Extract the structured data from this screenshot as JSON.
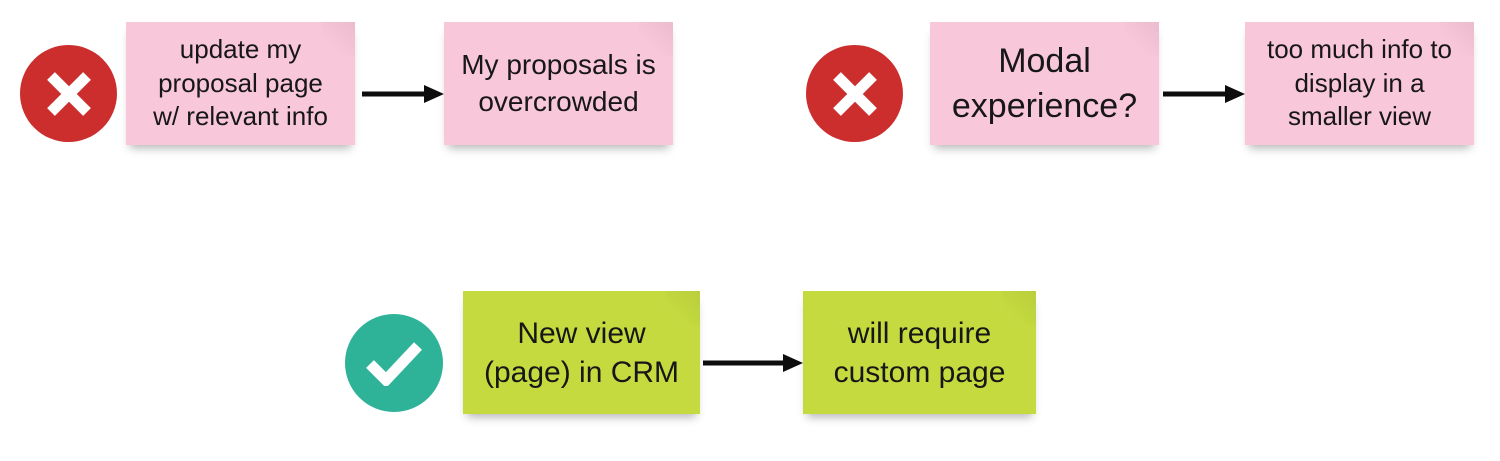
{
  "board": {
    "background_color": "#ffffff",
    "note_colors": {
      "pink": "#f9c7da",
      "green": "#c4da3f"
    },
    "icon_colors": {
      "reject": "#cc2e2e",
      "approve": "#2eb398"
    }
  },
  "rows": [
    {
      "id": "row-rejected-proposal-page",
      "status": {
        "name": "reject-icon",
        "glyph": "x",
        "color": "#cc2e2e"
      },
      "notes": [
        {
          "id": "note-update-proposal-page",
          "color": "pink",
          "font_size": "26px",
          "text": "update my\nproposal page\nw/ relevant info"
        },
        {
          "id": "note-proposals-overcrowded",
          "color": "pink",
          "font_size": "28px",
          "text": "My proposals is\novercrowded"
        }
      ],
      "arrow": {
        "name": "arrow-right",
        "label": "leads to"
      }
    },
    {
      "id": "row-rejected-modal",
      "status": {
        "name": "reject-icon",
        "glyph": "x",
        "color": "#cc2e2e"
      },
      "notes": [
        {
          "id": "note-modal-experience",
          "color": "pink",
          "font_size": "34px",
          "text": "Modal\nexperience?"
        },
        {
          "id": "note-too-much-info",
          "color": "pink",
          "font_size": "26px",
          "text": "too much info to\ndisplay in a\nsmaller view"
        }
      ],
      "arrow": {
        "name": "arrow-right",
        "label": "leads to"
      }
    },
    {
      "id": "row-approved-new-view",
      "status": {
        "name": "approve-icon",
        "glyph": "check",
        "color": "#2eb398"
      },
      "notes": [
        {
          "id": "note-new-view-crm",
          "color": "green",
          "font_size": "30px",
          "text": "New view\n(page) in CRM"
        },
        {
          "id": "note-custom-page",
          "color": "green",
          "font_size": "30px",
          "text": "will require\ncustom page"
        }
      ],
      "arrow": {
        "name": "arrow-right",
        "label": "leads to"
      }
    }
  ]
}
